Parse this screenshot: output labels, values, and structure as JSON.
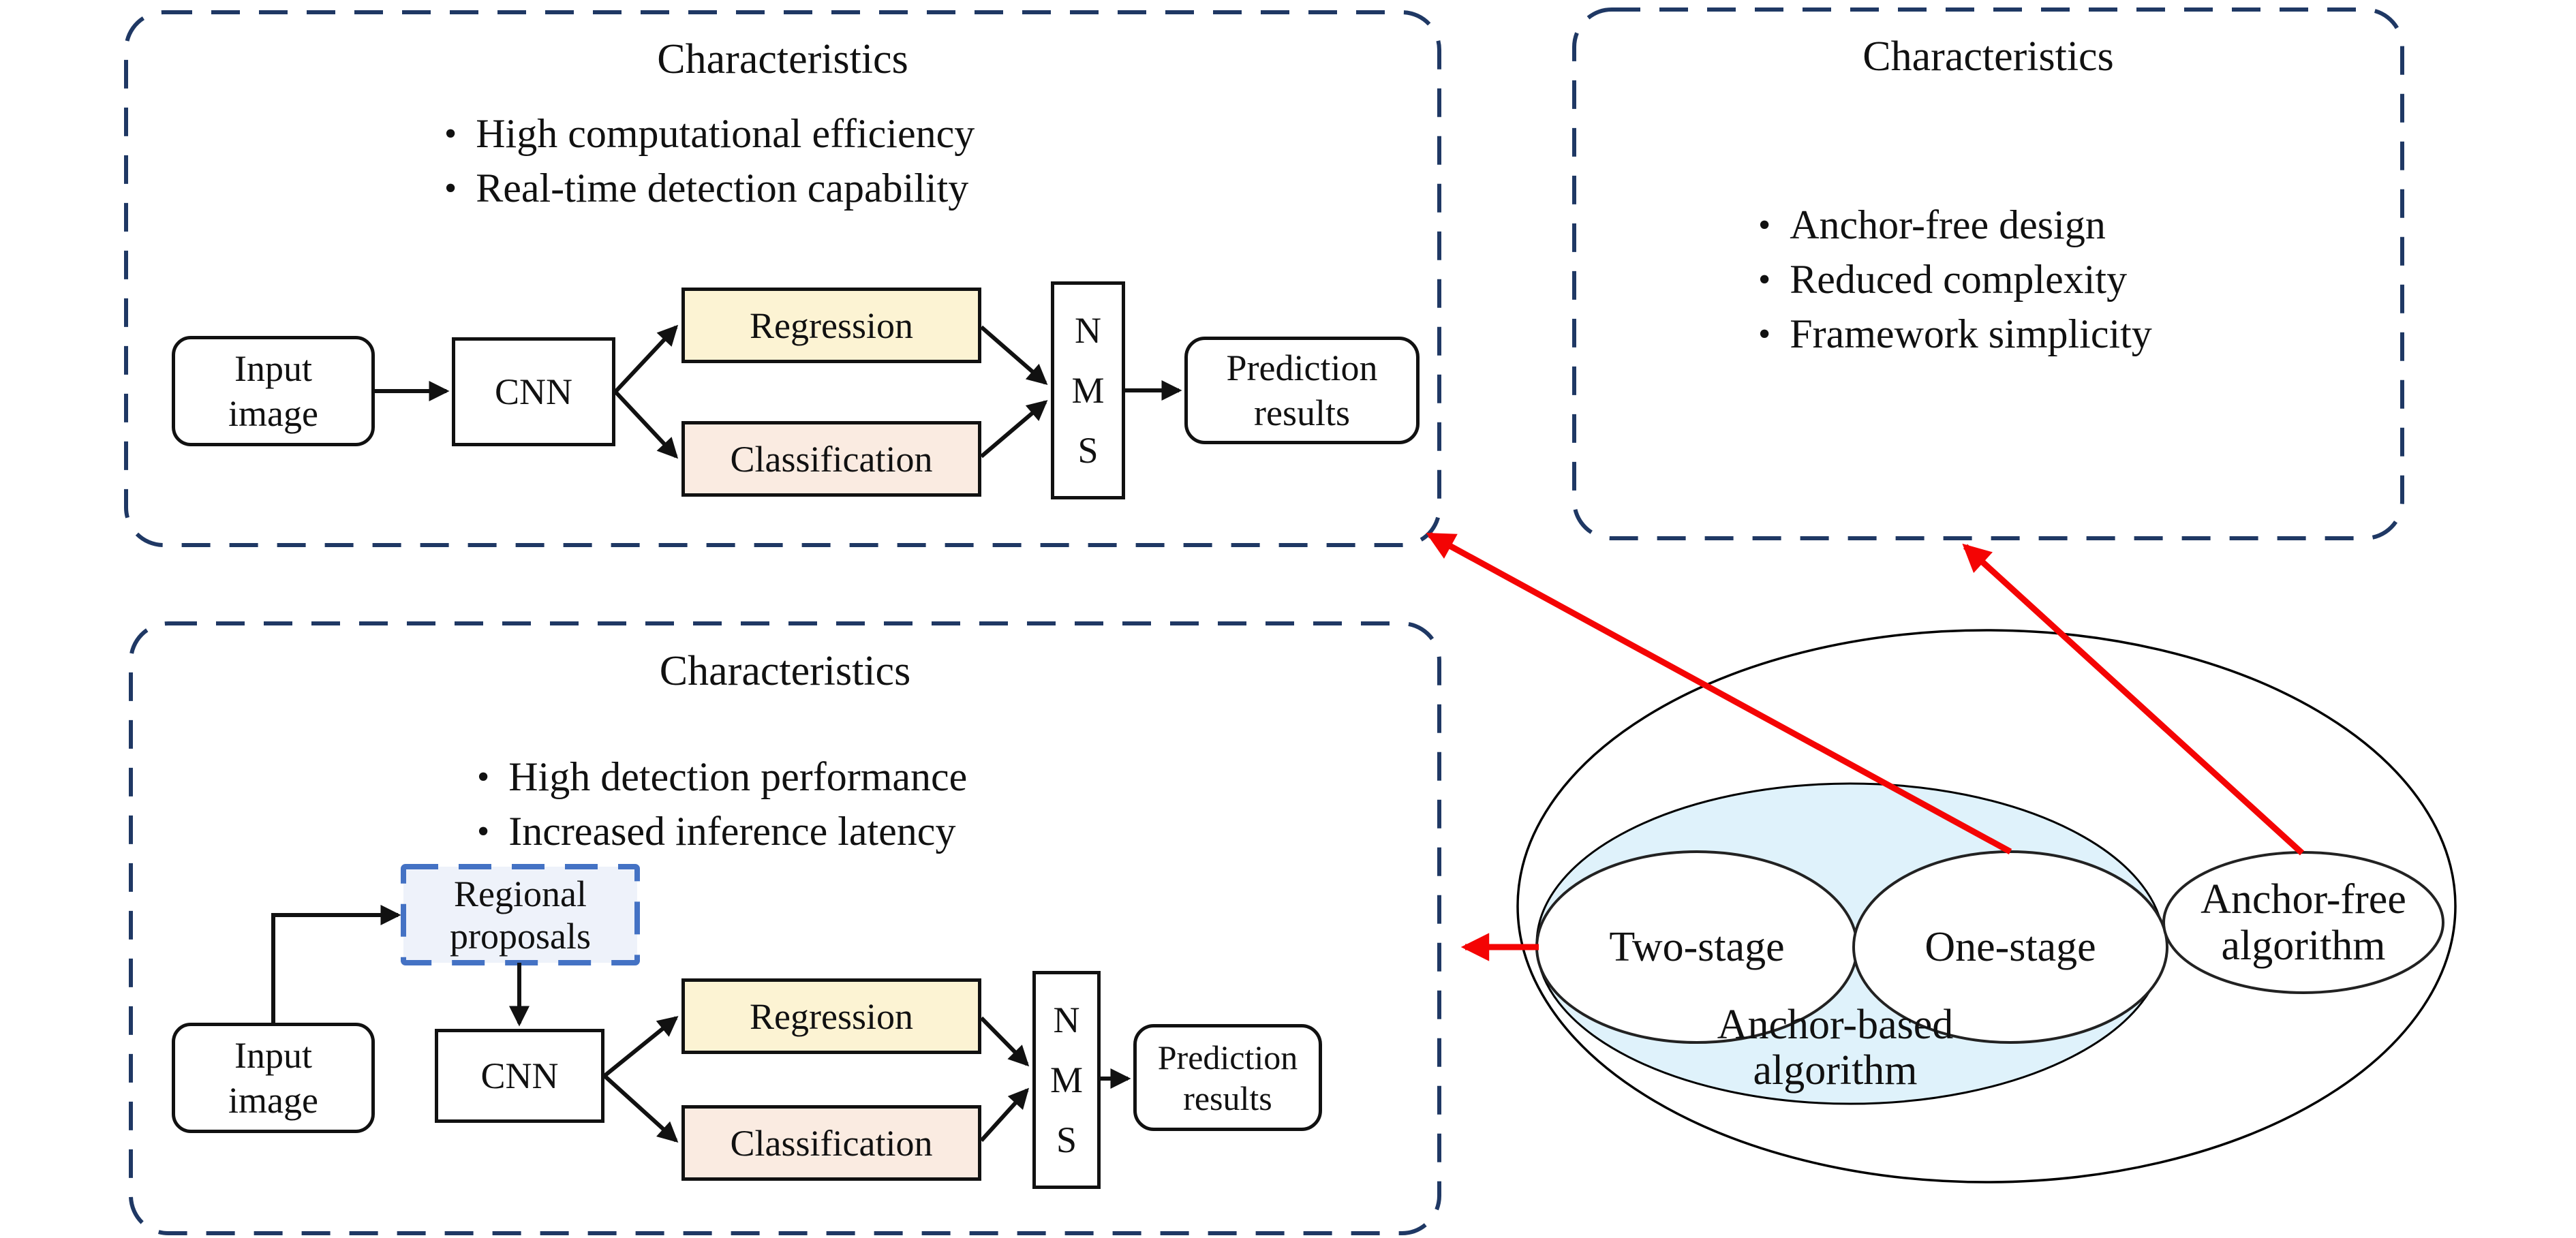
{
  "ui": {
    "bullet_char": "•"
  },
  "colors": {
    "panel_border": "#1f3864",
    "proposal_border": "#4472c4",
    "proposal_fill": "#eef2fa",
    "regression_fill": "#fcf3d3",
    "classification_fill": "#faebe1",
    "anchor_based_fill": "#dff2fb",
    "arrow_red": "#f40404",
    "ink": "#111111"
  },
  "panels": {
    "one_stage": {
      "title": "Characteristics",
      "bullets": [
        "High computational efficiency",
        "Real-time detection capability"
      ]
    },
    "anchor_free": {
      "title": "Characteristics",
      "bullets": [
        "Anchor-free design",
        "Reduced complexity",
        "Framework simplicity"
      ]
    },
    "two_stage": {
      "title": "Characteristics",
      "bullets": [
        "High detection performance",
        "Increased inference latency"
      ]
    }
  },
  "pipeline_top": {
    "input": [
      "Input",
      "image"
    ],
    "cnn": "CNN",
    "regression": "Regression",
    "classification": "Classification",
    "nms": [
      "N",
      "M",
      "S"
    ],
    "prediction": [
      "Prediction",
      "results"
    ]
  },
  "pipeline_bottom": {
    "input": [
      "Input",
      "image"
    ],
    "regional_proposals": [
      "Regional",
      "proposals"
    ],
    "cnn": "CNN",
    "regression": "Regression",
    "classification": "Classification",
    "nms": [
      "N",
      "M",
      "S"
    ],
    "prediction": [
      "Prediction",
      "results"
    ]
  },
  "venn": {
    "two_stage": "Two-stage",
    "one_stage": "One-stage",
    "anchor_free": [
      "Anchor-free",
      "algorithm"
    ],
    "anchor_based": [
      "Anchor-based",
      "algorithm"
    ]
  }
}
